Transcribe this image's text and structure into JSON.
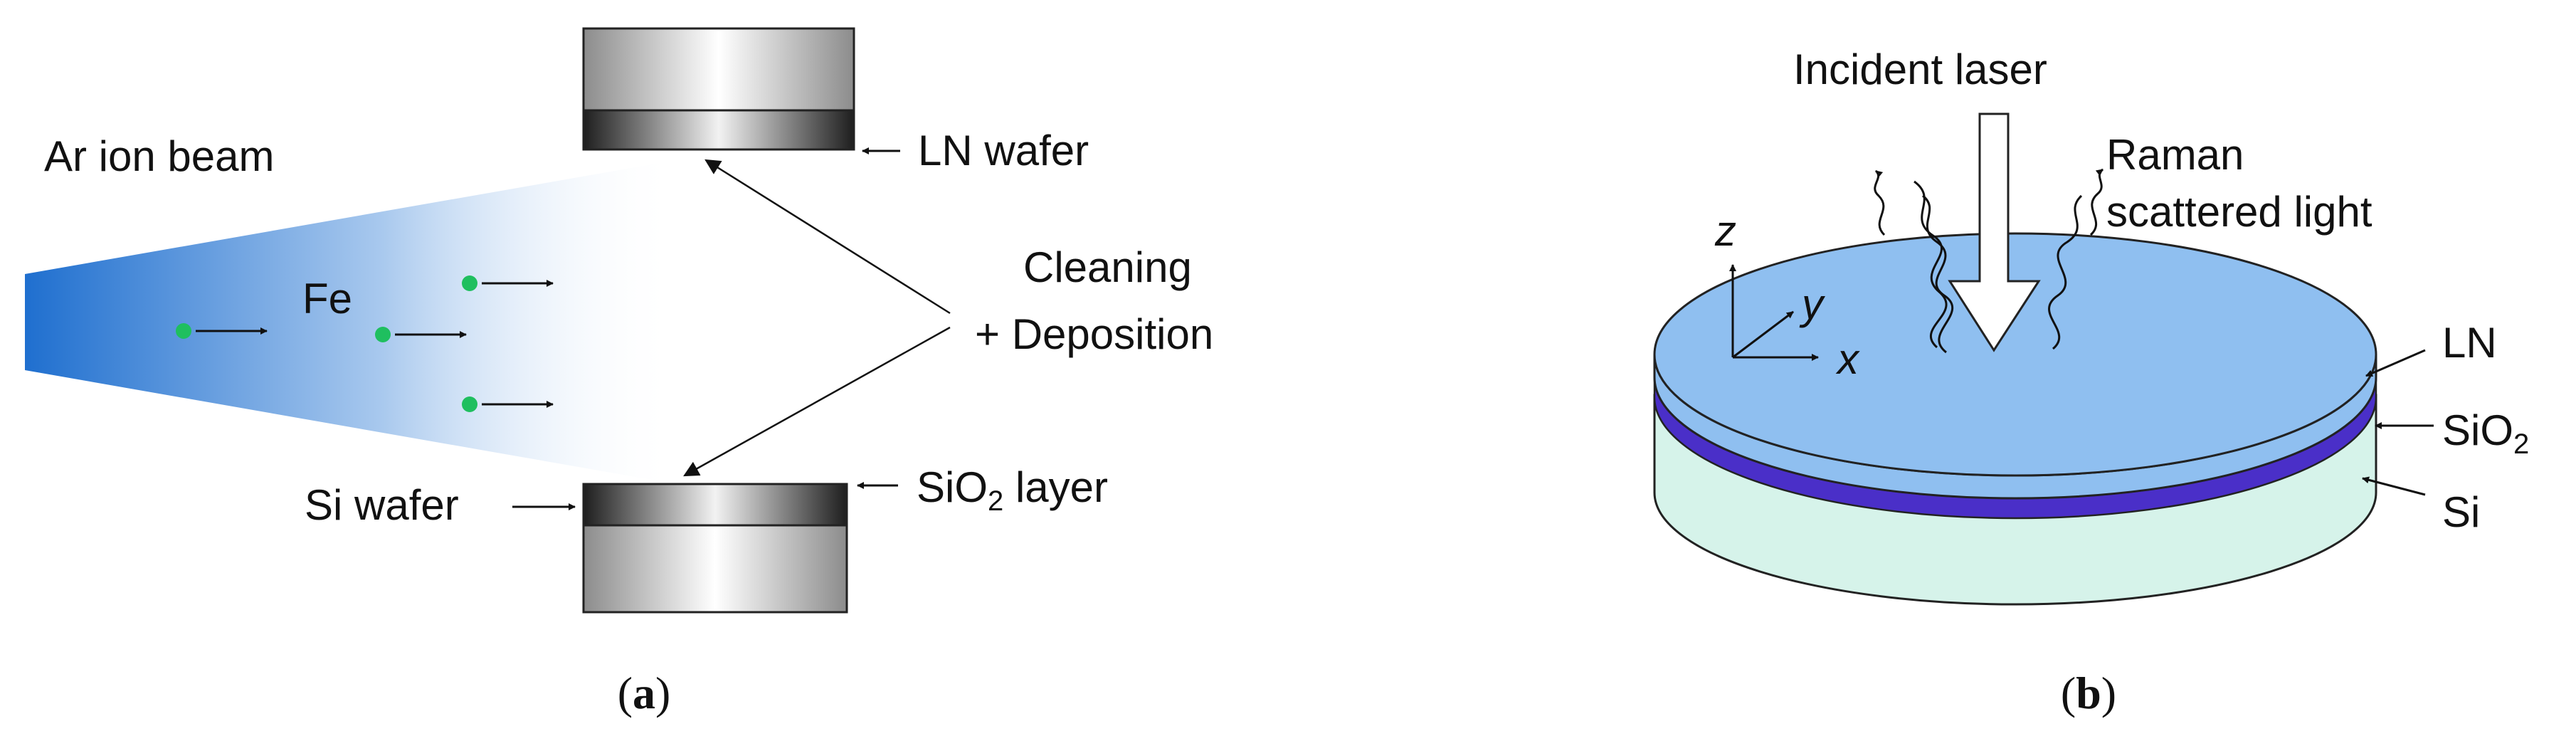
{
  "panel_a": {
    "caption_letter": "a",
    "beam_label": "Ar ion beam",
    "particle_label": "Fe",
    "top_label": "LN wafer",
    "process_label_line1": "Cleaning",
    "process_label_line2": "+ Deposition",
    "bottom_left_label": "Si wafer",
    "bottom_right_label_prefix": "SiO",
    "bottom_right_label_sub": "2",
    "bottom_right_label_suffix": " layer",
    "colors": {
      "beam": "#1f6fcf",
      "particle": "#1fbf5f"
    }
  },
  "panel_b": {
    "caption_letter": "b",
    "laser_label": "Incident laser",
    "raman_label_line1": "Raman",
    "raman_label_line2": "scattered light",
    "axis_z": "z",
    "axis_y": "y",
    "axis_x": "x",
    "layer_top": "LN",
    "layer_mid_prefix": "SiO",
    "layer_mid_sub": "2",
    "layer_bottom": "Si",
    "colors": {
      "ln": "#8fbff0",
      "sio2": "#4a2fc8",
      "si": "#d6f3ea"
    }
  }
}
